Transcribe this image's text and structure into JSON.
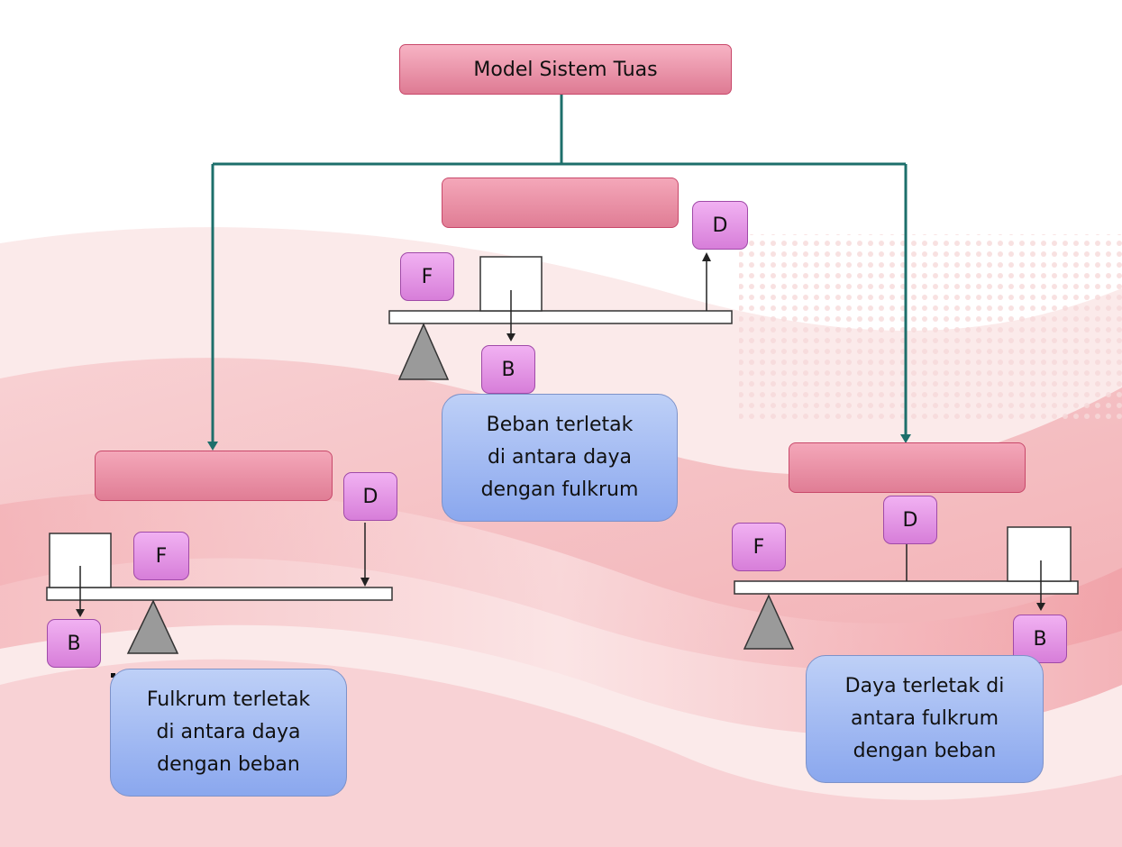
{
  "title": "Model Sistem Tuas",
  "colors": {
    "connector": "#1d6f6b",
    "title_fill": "#ea90a7",
    "tag_fill": "#e49be6",
    "callout_fill": "#a3bbf3",
    "fulcrum_fill": "#9a9a9a"
  },
  "levers": [
    {
      "position": "middle",
      "fulcrum_label": "F",
      "load_label": "B",
      "effort_label": "D",
      "description": [
        "Beban terletak",
        "di antara daya",
        "dengan fulkrum"
      ]
    },
    {
      "position": "left",
      "fulcrum_label": "F",
      "load_label": "B",
      "effort_label": "D",
      "description": [
        "Fulkrum terletak",
        "di antara daya",
        "dengan beban"
      ]
    },
    {
      "position": "right",
      "fulcrum_label": "F",
      "load_label": "B",
      "effort_label": "D",
      "description": [
        "Daya terletak di",
        "antara fulkrum",
        "dengan beban"
      ]
    }
  ]
}
